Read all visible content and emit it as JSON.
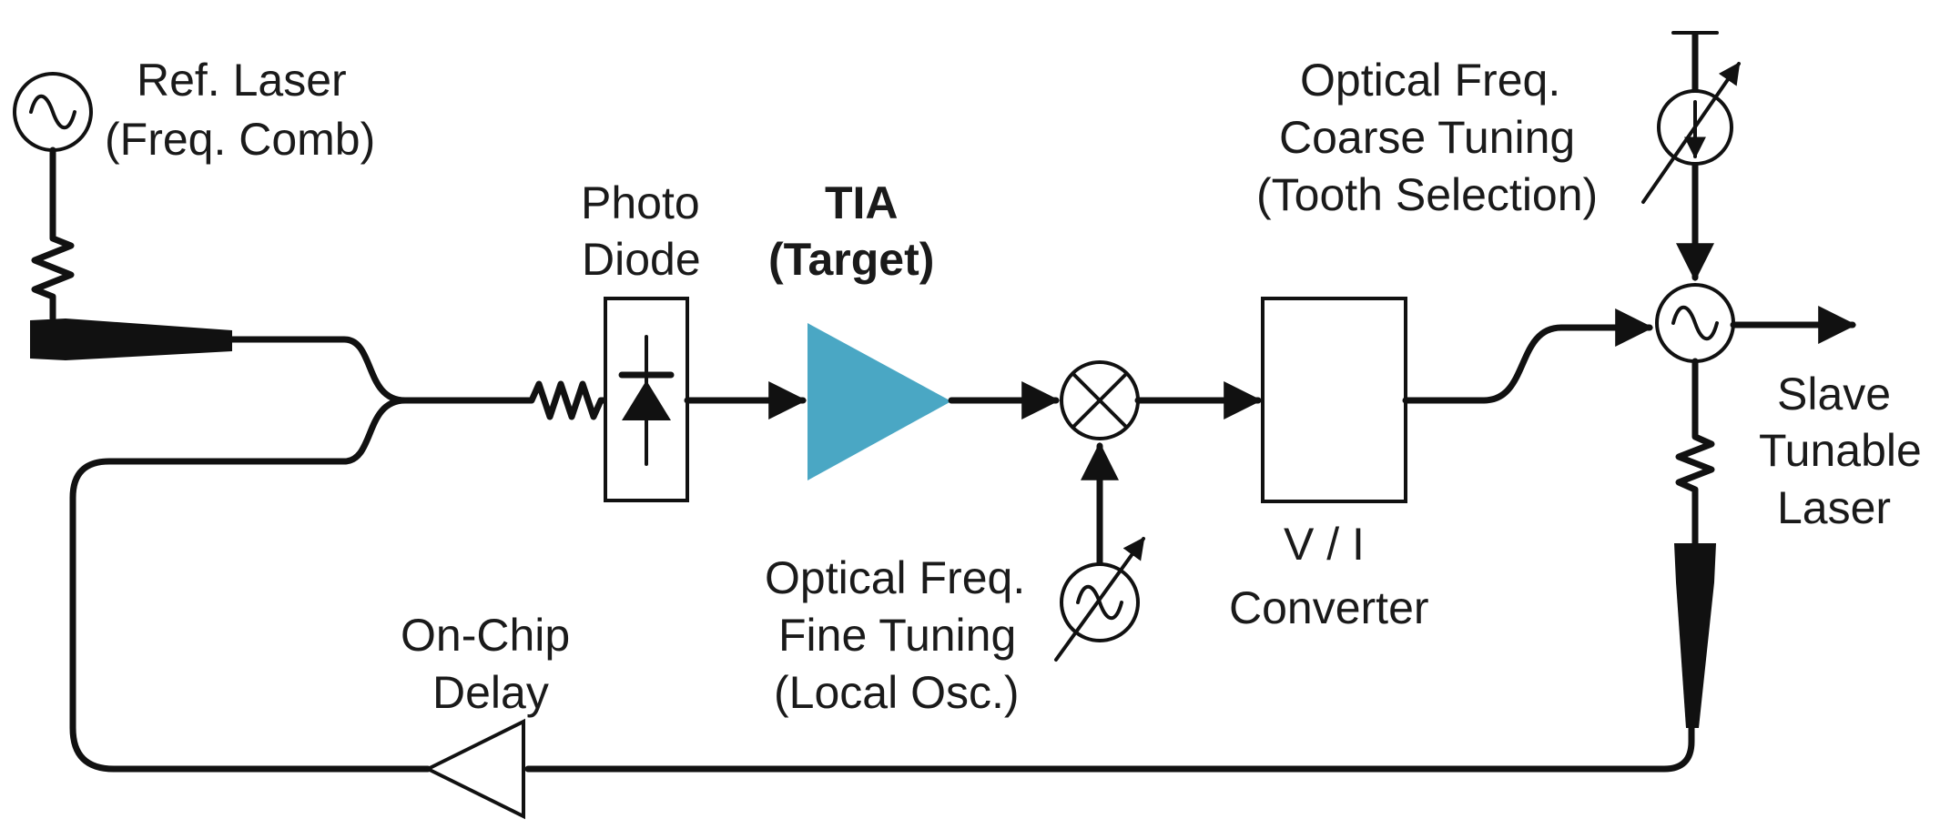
{
  "labels": {
    "ref_laser_1": "Ref. Laser",
    "ref_laser_2": "(Freq. Comb)",
    "photo_1": "Photo",
    "photo_2": "Diode",
    "tia_1": "TIA",
    "tia_2": "(Target)",
    "coarse_1": "Optical Freq.",
    "coarse_2": "Coarse Tuning",
    "coarse_3": "(Tooth Selection)",
    "fine_1": "Optical Freq.",
    "fine_2": "Fine Tuning",
    "fine_3": "(Local Osc.)",
    "vi_1": "V / I",
    "vi_2": "Converter",
    "slave_1": "Slave",
    "slave_2": "Tunable",
    "slave_3": "Laser",
    "delay_1": "On-Chip",
    "delay_2": "Delay"
  },
  "colors": {
    "tia_fill": "#4aa7c4",
    "line": "#111111"
  },
  "icons": {
    "source": "sine-wave-source-icon",
    "mixer": "mixer-cross-icon",
    "resistor": "resistor-icon",
    "diode": "diode-icon",
    "current_source": "variable-current-source-icon"
  }
}
